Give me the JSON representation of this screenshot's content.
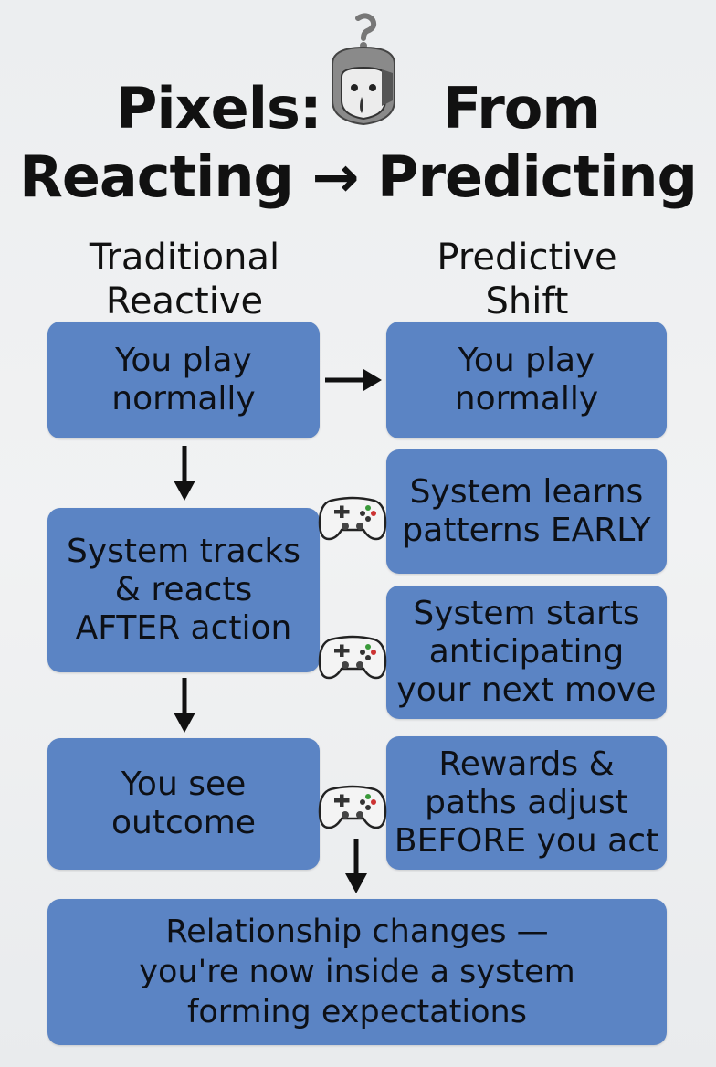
{
  "title": {
    "line1_left": "Pixels:",
    "line1_right": "From",
    "line2": "Reacting → Predicting"
  },
  "columns": {
    "left_heading": [
      "Traditional",
      "Reactive"
    ],
    "right_heading": [
      "Predictive",
      "Shift"
    ]
  },
  "left_steps": [
    [
      "You play",
      "normally"
    ],
    [
      "System tracks",
      "& reacts",
      "AFTER action"
    ],
    [
      "You see",
      "outcome"
    ]
  ],
  "right_steps": [
    [
      "You play",
      "normally"
    ],
    [
      "System learns",
      "patterns EARLY"
    ],
    [
      "System starts",
      "anticipating",
      "your next move"
    ],
    [
      "Rewards &",
      "paths adjust",
      "BEFORE you act"
    ]
  ],
  "final": [
    "Relationship changes —",
    "you're now inside a system",
    "forming expectations"
  ],
  "icons": {
    "mascot": "robot-mascot-icon",
    "controller": "gamepad-icon",
    "arrow": "arrow-icon"
  },
  "colors": {
    "box": "#5b84c4",
    "text": "#111111",
    "background": "#eceef0"
  }
}
